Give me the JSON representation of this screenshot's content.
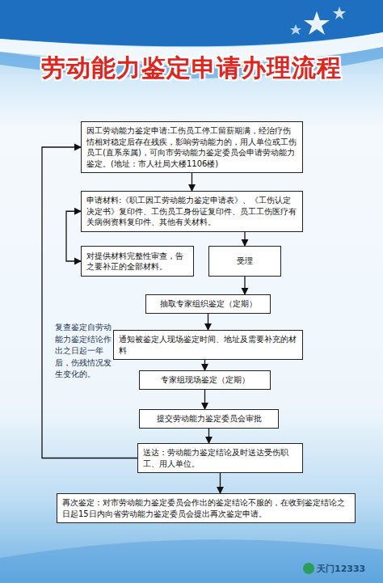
{
  "diagram": {
    "title": "劳动能力鉴定申请办理流程",
    "nodes": [
      {
        "text": [
          "因工劳动能力鉴定申请:工伤员工停工留薪期满，经治疗伤情相对稳定后存在残疾，影响劳动能力的，用人单位或工伤员工(直系亲属)，可向市劳动能力鉴定委员会申请劳动能力鉴定。(地址：市人社局大楼1106楼)"
        ]
      },
      {
        "text": [
          "申请材料:《职工因工劳动能力鉴定申请表》、《工伤认定决定书》复印件、工伤员工身份证复印件、员工工伤医疗有关病例资料复印件、其他有关材料。"
        ]
      },
      {
        "text": [
          "对提供材料完整性审查，告之要补正的全部材料。"
        ]
      },
      {
        "text": [
          "受理"
        ]
      },
      {
        "text": [
          "抽取专家组织鉴定（定期）"
        ]
      },
      {
        "text": [
          "通知被鉴定人现场鉴定时间、地址及需要补充的材料"
        ]
      },
      {
        "text": [
          "专家组现场鉴定（定期）"
        ]
      },
      {
        "text": [
          "提交劳动能力鉴定委员会审批"
        ]
      },
      {
        "text": [
          "送达：劳动能力鉴定结论及时送达受伤职工、用人单位。"
        ]
      },
      {
        "text": [
          "再次鉴定：对市劳动能力鉴定委员会作出的鉴定结论不服的，在收到鉴定结论之日起15日内向省劳动能力鉴定委员会提出再次鉴定申请。"
        ]
      }
    ],
    "edges": [
      {
        "from": 0,
        "to": 1,
        "arrow": "to"
      },
      {
        "from": 1,
        "to": 2,
        "arrow": "both"
      },
      {
        "from": 1,
        "to": 3,
        "arrow": "to"
      },
      {
        "from": 3,
        "to": 4,
        "arrow": "to"
      },
      {
        "from": 4,
        "to": 5,
        "arrow": "to"
      },
      {
        "from": 5,
        "to": 6,
        "arrow": "to"
      },
      {
        "from": 6,
        "to": 7,
        "arrow": "to"
      },
      {
        "from": 7,
        "to": 8,
        "arrow": "to"
      },
      {
        "from": 8,
        "to": 9,
        "arrow": "to"
      },
      {
        "from": 8,
        "to": 0,
        "arrow": "to"
      }
    ],
    "labels": [
      "复查鉴定自劳动能力鉴定结论作出之日起一年后，伤残情况发生变化的。",
      "天门12333"
    ]
  }
}
